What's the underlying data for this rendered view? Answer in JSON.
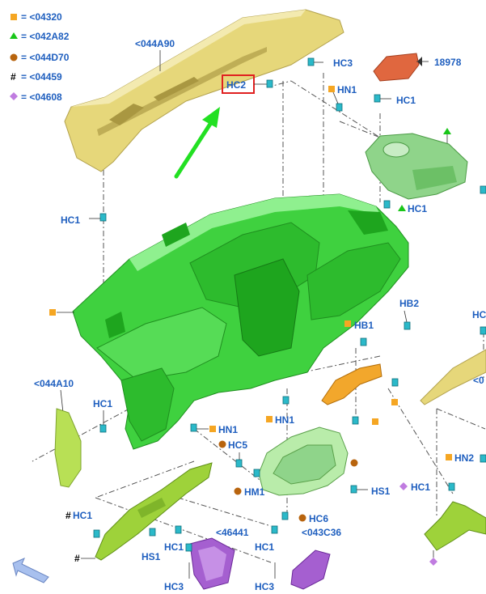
{
  "legend": [
    {
      "symbol": "square",
      "color": "#f5a623",
      "text": "= <04320"
    },
    {
      "symbol": "triangle",
      "color": "#19c619",
      "text": "= <042A82"
    },
    {
      "symbol": "circle",
      "color": "#b8640e",
      "text": "= <044D70"
    },
    {
      "symbol": "hash",
      "color": "#000000",
      "text": "= <04459"
    },
    {
      "symbol": "diamond",
      "color": "#c07ce0",
      "text": "= <04608"
    }
  ],
  "labels": {
    "top_panel": "<044A90",
    "hc3_top": "HC3",
    "hc2_highlight": "HC2",
    "hn1_top": "HN1",
    "part_18978": "18978",
    "hc1_top_right": "HC1",
    "hc1_right_cover": "HC1",
    "hc1_left": "HC1",
    "hb2": "HB2",
    "hb1": "HB1",
    "hc_right_edge": "HC",
    "ang_right_edge": "<0",
    "part_044A10": "<044A10",
    "hc1_mid_left": "HC1",
    "hn1_mid_left": "HN1",
    "hn1_center": "HN1",
    "hc5": "HC5",
    "hm1": "HM1",
    "hs1_cluster": "HS1",
    "hc1_right_low": "HC1",
    "hn2": "HN2",
    "hc6": "HC6",
    "hc1_bottom_left": "HC1",
    "part_46441": "<46441",
    "part_043C36": "<043C36",
    "hs1_bottom": "HS1",
    "hc1_bottom_mid": "HC1",
    "hc1_bottom_right": "HC1",
    "hc3_bottom_left": "HC3",
    "hc3_bottom_right": "HC3",
    "hash_symbol": "#"
  },
  "colors": {
    "label": "#1f5fbf",
    "highlight_box": "#e02020",
    "arrow_green": "#22e022",
    "panel_tan": "#e6d77a",
    "dash_green": "#3fd13f",
    "cover_green": "#8fd48a",
    "orange_part": "#e0673f",
    "clip": "#2bb9c9",
    "purple": "#a55fd0",
    "nav_arrow": "#a8c0ee"
  },
  "icons": {
    "nav": "back-arrow-icon"
  }
}
